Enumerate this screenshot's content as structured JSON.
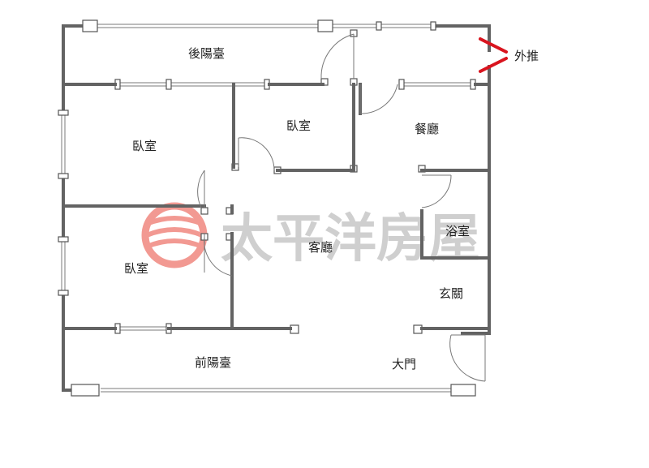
{
  "floorplan": {
    "rooms": {
      "rear_balcony": "後陽臺",
      "bedroom_1": "臥室",
      "bedroom_2": "臥室",
      "bedroom_3": "臥室",
      "dining": "餐廳",
      "living": "客廳",
      "bath": "浴室",
      "foyer": "玄關",
      "front_balcony": "前陽臺",
      "main_door": "大門"
    },
    "annotation": {
      "label": "外推",
      "color": "#d9141e"
    },
    "watermark": {
      "text": "太平洋房屋",
      "color": "#e8473a"
    },
    "colors": {
      "wall": "#636363",
      "line": "#7a7a7a"
    }
  }
}
